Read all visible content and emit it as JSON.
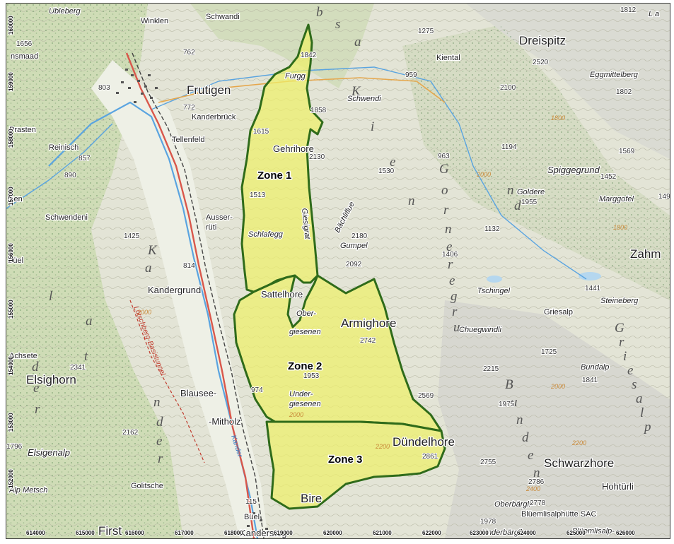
{
  "map": {
    "zones": [
      {
        "label": "Zone 1",
        "fill": "#eef06a"
      },
      {
        "label": "Zone 2",
        "fill": "#eef06a"
      },
      {
        "label": "Zone 3",
        "fill": "#eef06a"
      }
    ],
    "zone_outline_color": "#2f6b1a",
    "grid_x": [
      "614000",
      "615000",
      "616000",
      "617000",
      "618000",
      "619000",
      "620000",
      "621000",
      "622000",
      "623000",
      "624000",
      "625000",
      "626000"
    ],
    "grid_y": [
      "160000",
      "159000",
      "158000",
      "157000",
      "156000",
      "155000",
      "154000",
      "153000",
      "152000"
    ],
    "places": [
      {
        "id": "ubleberg",
        "text": "Ubleberg"
      },
      {
        "id": "winklen",
        "text": "Winklen"
      },
      {
        "id": "schwandi",
        "text": "Schwandi"
      },
      {
        "id": "kiental",
        "text": "Kiental"
      },
      {
        "id": "dreispitz",
        "text": "Dreispitz"
      },
      {
        "id": "frutigen",
        "text": "Frutigen"
      },
      {
        "id": "kanderbrueck",
        "text": "Kanderbrück"
      },
      {
        "id": "tellenfeld",
        "text": "Tellenfeld"
      },
      {
        "id": "prasten",
        "text": "Prasten"
      },
      {
        "id": "reinisch",
        "text": "Reinisch"
      },
      {
        "id": "gehrihore",
        "text": "Gehrihore"
      },
      {
        "id": "furgg",
        "text": "Furgg"
      },
      {
        "id": "schwendi",
        "text": "Schwendi"
      },
      {
        "id": "eggmittelberg",
        "text": "Eggmittelberg"
      },
      {
        "id": "spiggegrund",
        "text": "Spiggegrund"
      },
      {
        "id": "goldere",
        "text": "Goldere"
      },
      {
        "id": "marggofel",
        "text": "Marggofel"
      },
      {
        "id": "schwendeni",
        "text": "Schwendeni"
      },
      {
        "id": "ausserrueti",
        "text": "Ausser-"
      },
      {
        "id": "ausserrueti2",
        "text": "rüti"
      },
      {
        "id": "schlafegg",
        "text": "Schlafegg"
      },
      {
        "id": "giesigrat",
        "text": "Giesigrat"
      },
      {
        "id": "baechlifluee",
        "text": "Bächliflue"
      },
      {
        "id": "gumpel",
        "text": "Gumpel"
      },
      {
        "id": "zahm",
        "text": "Zahm"
      },
      {
        "id": "buel",
        "text": "Büel"
      },
      {
        "id": "kandergrund",
        "text": "Kandergrund"
      },
      {
        "id": "sattelhore",
        "text": "Sattelhore"
      },
      {
        "id": "tschingel",
        "text": "Tschingel"
      },
      {
        "id": "griesalp",
        "text": "Griesalp"
      },
      {
        "id": "steineberg",
        "text": "Steineberg"
      },
      {
        "id": "armighore",
        "text": "Armighore"
      },
      {
        "id": "obergiesenen",
        "text": "Ober-"
      },
      {
        "id": "obergiesenen2",
        "text": "giesenen"
      },
      {
        "id": "chuegwindli",
        "text": "Chuegwindli"
      },
      {
        "id": "bundalp",
        "text": "Bundalp"
      },
      {
        "id": "achsete",
        "text": "Achsete"
      },
      {
        "id": "elsighorn",
        "text": "Elsighorn"
      },
      {
        "id": "blausee",
        "text": "Blausee-"
      },
      {
        "id": "undergiesenen",
        "text": "Under-"
      },
      {
        "id": "undergiesenen2",
        "text": "giesenen"
      },
      {
        "id": "mitholz",
        "text": "-Mitholz"
      },
      {
        "id": "duendelhore",
        "text": "Dündelhore"
      },
      {
        "id": "schwarzhore",
        "text": "Schwarzhore"
      },
      {
        "id": "elsigenalp",
        "text": "Elsigenalp"
      },
      {
        "id": "alpmetsch",
        "text": "Alp Metsch"
      },
      {
        "id": "golitsche",
        "text": "Golitsche"
      },
      {
        "id": "hohtuerli",
        "text": "Hohtürli"
      },
      {
        "id": "oberbaergli",
        "text": "Oberbärgli"
      },
      {
        "id": "bire",
        "text": "Bire"
      },
      {
        "id": "bueel2",
        "text": "Büel"
      },
      {
        "id": "first",
        "text": "First"
      },
      {
        "id": "kandersteg",
        "text": "Kandersteg"
      },
      {
        "id": "underbaergli",
        "text": "Underbärgli"
      },
      {
        "id": "bluemlisalphuette",
        "text": "Blüemlisalphütte SAC"
      },
      {
        "id": "bluemlisalp",
        "text": "Blüemlisalp-"
      },
      {
        "id": "lalp",
        "text": "L a"
      },
      {
        "id": "aeschiried",
        "text": "nsmaad"
      },
      {
        "id": "igen",
        "text": "igen"
      }
    ],
    "peaks": [
      "1812",
      "1656",
      "762",
      "1275",
      "2520",
      "2100",
      "1802",
      "803",
      "1842",
      "1858",
      "772",
      "959",
      "1615",
      "857",
      "2130",
      "963",
      "1194",
      "1569",
      "1452",
      "890",
      "1530",
      "1955",
      "149",
      "1513",
      "1425",
      "2180",
      "1132",
      "2092",
      "1406",
      "814",
      "1441",
      "2742",
      "1725",
      "2215",
      "1841",
      "2341",
      "1953",
      "974",
      "2569",
      "1975",
      "2162",
      "1796",
      "2861",
      "2755",
      "2786",
      "2778",
      "1978",
      "115"
    ],
    "contour_labels": [
      "1800",
      "2000",
      "2000",
      "2200",
      "2400",
      "2200",
      "1800",
      "2000",
      "2000"
    ],
    "valley_letters": [
      "a",
      "s",
      "b",
      "K",
      "i",
      "e",
      "n",
      "G",
      "o",
      "r",
      "n",
      "e",
      "r",
      "e",
      "g",
      "r",
      "u",
      "n",
      "d",
      "K",
      "a",
      "n",
      "d",
      "e",
      "r",
      "t",
      "a",
      "l",
      "d",
      "e",
      "r",
      "B",
      "u",
      "n",
      "d",
      "e",
      "n",
      "G",
      "r",
      "i",
      "e",
      "s",
      "a",
      "l",
      "p"
    ],
    "road_labels": [
      "Lötschberg-Basistunnel",
      "Kander"
    ]
  }
}
